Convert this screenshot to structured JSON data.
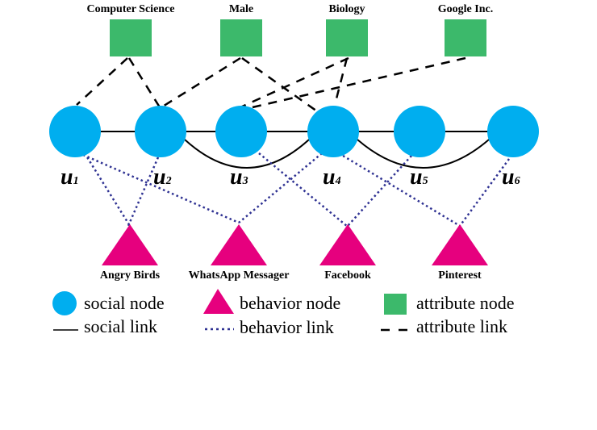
{
  "colors": {
    "social_node": "#00aeef",
    "behavior_node": "#e6007e",
    "attribute_node": "#3cb96b",
    "behavior_link": "#2e3192",
    "social_link": "#000000",
    "attribute_link": "#000000"
  },
  "attributes": [
    {
      "id": "a1",
      "label": "Computer Science"
    },
    {
      "id": "a2",
      "label": "Male"
    },
    {
      "id": "a3",
      "label": "Biology"
    },
    {
      "id": "a4",
      "label": "Google Inc."
    }
  ],
  "users": [
    {
      "id": "u1",
      "letter": "u",
      "index": "1"
    },
    {
      "id": "u2",
      "letter": "u",
      "index": "2"
    },
    {
      "id": "u3",
      "letter": "u",
      "index": "3"
    },
    {
      "id": "u4",
      "letter": "u",
      "index": "4"
    },
    {
      "id": "u5",
      "letter": "u",
      "index": "5"
    },
    {
      "id": "u6",
      "letter": "u",
      "index": "6"
    }
  ],
  "behaviors": [
    {
      "id": "b1",
      "label": "Angry Birds"
    },
    {
      "id": "b2",
      "label": "WhatsApp Messager"
    },
    {
      "id": "b3",
      "label": "Facebook"
    },
    {
      "id": "b4",
      "label": "Pinterest"
    }
  ],
  "social_links": [
    [
      "u1",
      "u2"
    ],
    [
      "u2",
      "u3"
    ],
    [
      "u3",
      "u4"
    ],
    [
      "u4",
      "u5"
    ],
    [
      "u5",
      "u6"
    ],
    [
      "u2",
      "u4"
    ],
    [
      "u4",
      "u6"
    ]
  ],
  "attribute_links": [
    [
      "a1",
      "u1"
    ],
    [
      "a1",
      "u2"
    ],
    [
      "a2",
      "u2"
    ],
    [
      "a2",
      "u4"
    ],
    [
      "a3",
      "u3"
    ],
    [
      "a3",
      "u4"
    ],
    [
      "a4",
      "u3"
    ]
  ],
  "behavior_links": [
    [
      "u1",
      "b1"
    ],
    [
      "u1",
      "b2"
    ],
    [
      "u2",
      "b1"
    ],
    [
      "u4",
      "b2"
    ],
    [
      "u3",
      "b3"
    ],
    [
      "u4",
      "b4"
    ],
    [
      "u5",
      "b3"
    ],
    [
      "u6",
      "b4"
    ]
  ],
  "legend": {
    "social_node": "social node",
    "behavior_node": "behavior node",
    "attribute_node": "attribute node",
    "social_link": "social link",
    "behavior_link": "behavior link",
    "attribute_link": "attribute link"
  }
}
